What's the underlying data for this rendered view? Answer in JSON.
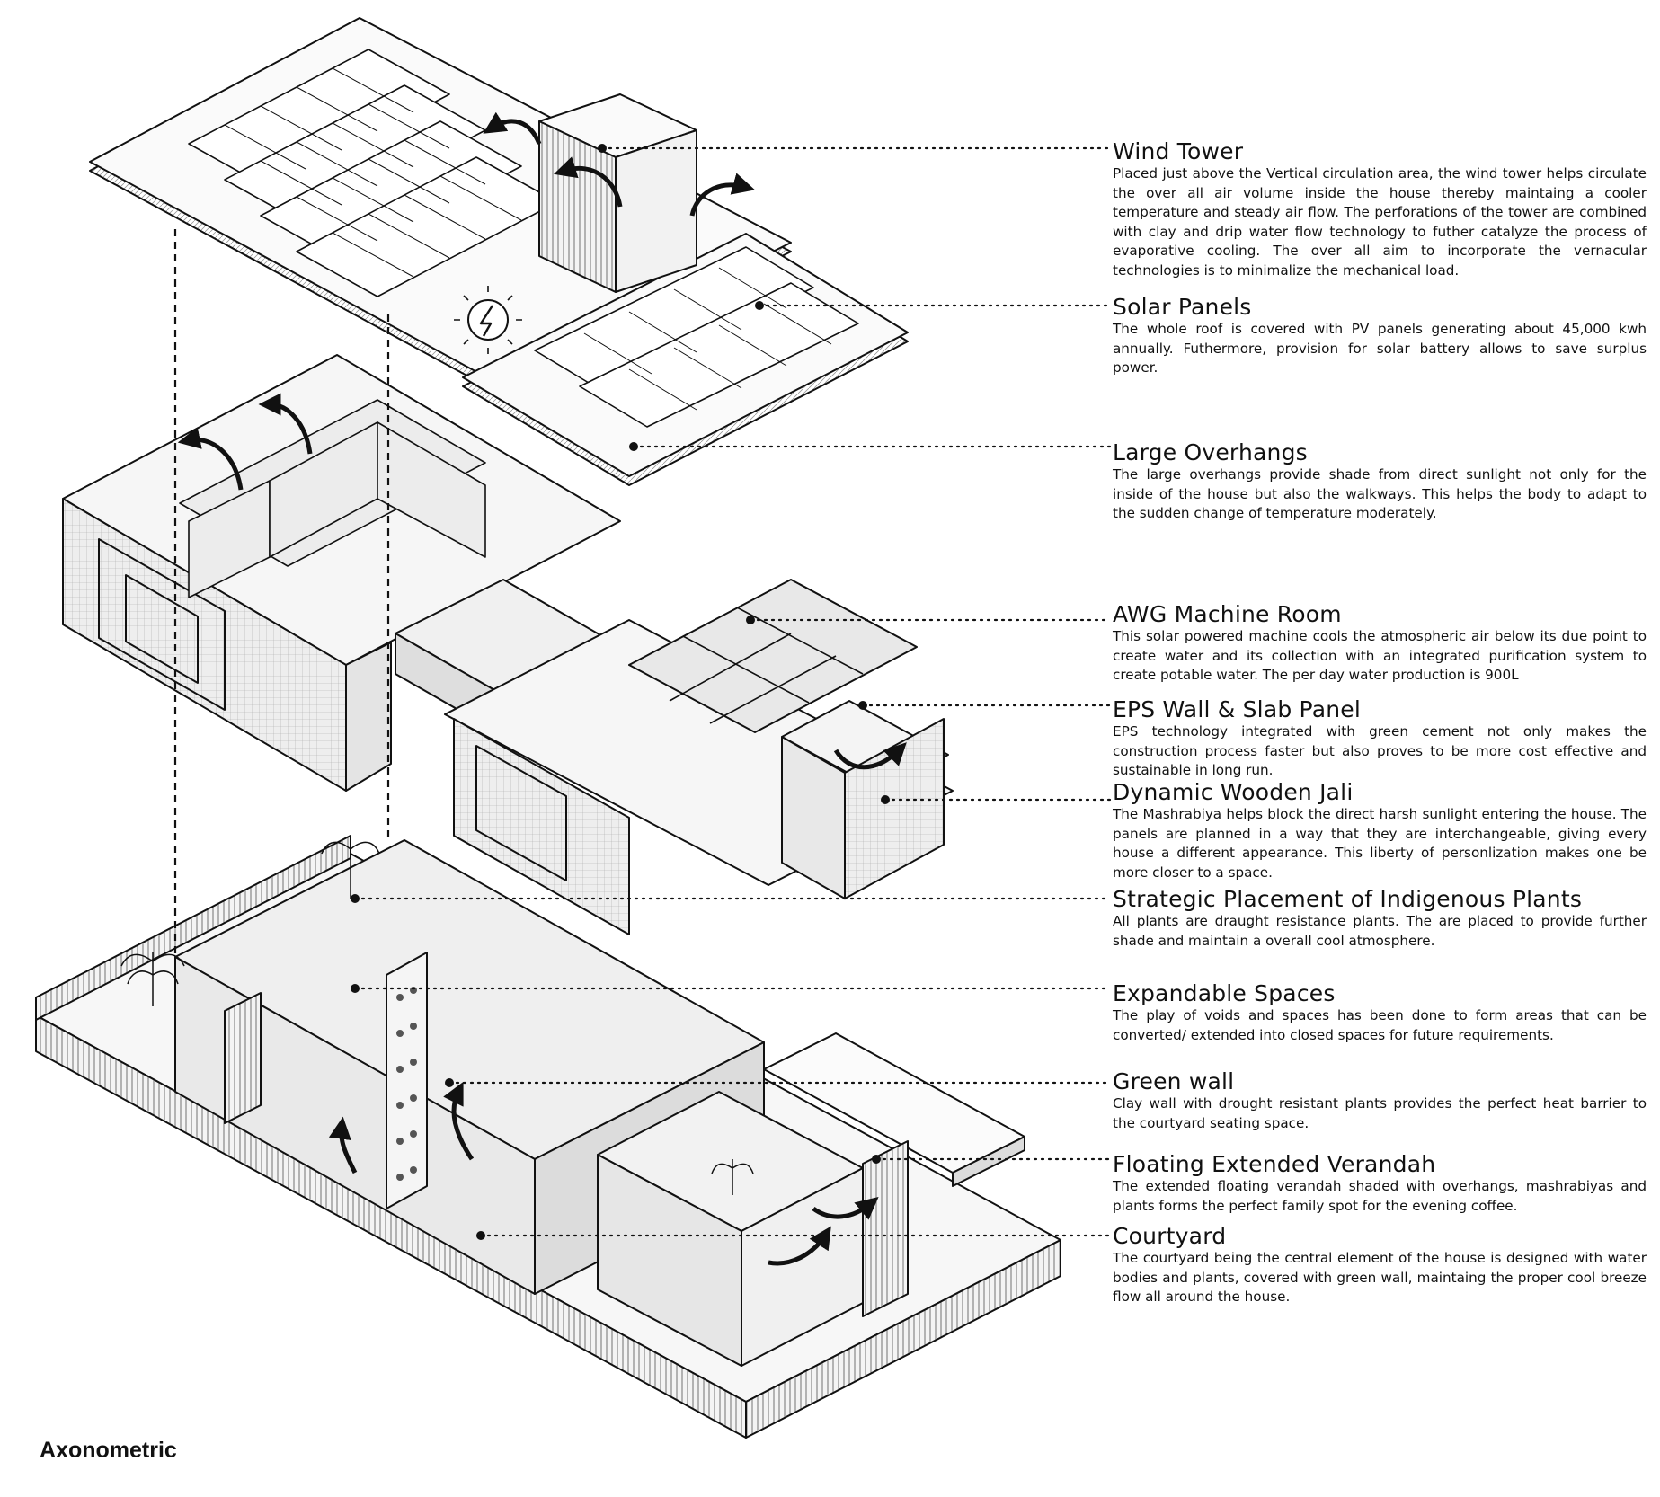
{
  "caption": "Axonometric",
  "callouts": [
    {
      "id": "wind-tower",
      "title": "Wind Tower",
      "text": "Placed just above the Vertical circulation area, the wind tower helps circulate the over all air volume inside the house thereby maintaing a cooler temperature and steady air flow. The perforations of the tower are combined with clay  and drip water flow technology to futher catalyze the process of evaporative cooling. The over all aim to incorporate the vernacular technologies is to minimalize the mechanical load."
    },
    {
      "id": "solar-panels",
      "title": "Solar Panels",
      "text": "The whole roof is covered with PV panels generating about 45,000 kwh annually. Futhermore, provision for solar battery allows to save surplus power."
    },
    {
      "id": "large-overhangs",
      "title": "Large Overhangs",
      "text": "The large overhangs provide shade from direct sunlight not only for the inside of the house but also the walkways. This helps the body to adapt to the sudden change of temperature moderately."
    },
    {
      "id": "awg-machine-room",
      "title": "AWG Machine Room",
      "text": "This solar powered machine cools the atmospheric air below its due point to create water and its collection with an integrated purification system to create potable water. The per day water production is 900L"
    },
    {
      "id": "eps-wall",
      "title": "EPS Wall & Slab Panel",
      "text": "EPS technology integrated with green cement not only makes the construction process faster but also proves to be more cost effective and sustainable in long run."
    },
    {
      "id": "wooden-jali",
      "title": "Dynamic Wooden Jali",
      "text": "The Mashrabiya helps block the direct harsh sunlight entering the house. The panels are planned in a way that they are interchangeable, giving every house a different appearance. This liberty of personlization makes one be more closer to a space."
    },
    {
      "id": "indigenous-plants",
      "title": "Strategic Placement of Indigenous Plants",
      "text": "All plants are draught resistance plants. The are placed to provide further shade and maintain a overall cool atmosphere."
    },
    {
      "id": "expandable-spaces",
      "title": "Expandable Spaces",
      "text": "The play of voids and spaces has been done to form areas that can be converted/ extended into closed spaces for future requirements."
    },
    {
      "id": "green-wall",
      "title": "Green wall",
      "text": "Clay wall with drought resistant plants provides the perfect heat barrier to the courtyard seating space."
    },
    {
      "id": "floating-verandah",
      "title": "Floating Extended Verandah",
      "text": "The extended floating verandah shaded with overhangs, mashrabiyas and plants forms the perfect family spot for the evening coffee."
    },
    {
      "id": "courtyard",
      "title": "Courtyard",
      "text": "The courtyard being the central element of the house is designed with water bodies and plants, covered with green wall, maintaing the proper cool breeze flow all around the house."
    }
  ],
  "colors": {
    "line": "#111111",
    "wall": "#f2f2f2",
    "shade": "#cfcfcf",
    "panel": "#ffffff",
    "jali": "#e6e6e6"
  }
}
